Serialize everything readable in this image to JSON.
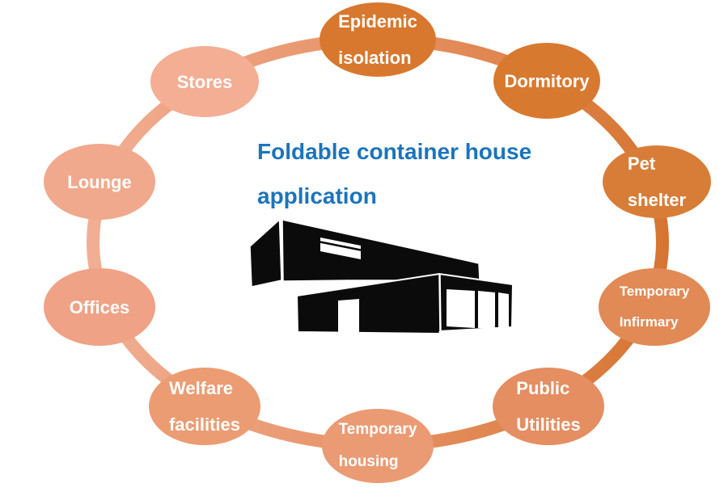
{
  "diagram": {
    "title": {
      "line1": "Foldable container house",
      "line2": "application",
      "color": "#1B74BC"
    },
    "icons": {
      "center": "container-house-icon",
      "center_color": "#0B0B0B"
    },
    "ring": {
      "gradient_left": "#F2AF95",
      "gradient_mid": "#E69164",
      "gradient_right": "#D5732D"
    },
    "nodes": [
      {
        "id": "epidemic-isolation",
        "line1": "Epidemic",
        "line2": "isolation",
        "color": "#D8782E"
      },
      {
        "id": "dormitory",
        "line1": "Dormitory",
        "color": "#D87930"
      },
      {
        "id": "pet-shelter",
        "line1": "Pet",
        "line2": "shelter",
        "color": "#D87D38"
      },
      {
        "id": "temporary-infirmary",
        "line1": "Temporary",
        "line2": "Infirmary",
        "color": "#E18A55"
      },
      {
        "id": "public-utilities",
        "line1": "Public",
        "line2": "Utilities",
        "color": "#E48E62"
      },
      {
        "id": "temporary-housing",
        "line1": "Temporary",
        "line2": "housing",
        "color": "#EA9B73"
      },
      {
        "id": "welfare-facilities",
        "line1": "Welfare",
        "line2": "facilities",
        "color": "#EB9C72"
      },
      {
        "id": "offices",
        "line1": "Offices",
        "color": "#EFA285"
      },
      {
        "id": "lounge",
        "line1": "Lounge",
        "color": "#F0A98C"
      },
      {
        "id": "stores",
        "line1": "Stores",
        "color": "#F3AE94"
      }
    ]
  }
}
